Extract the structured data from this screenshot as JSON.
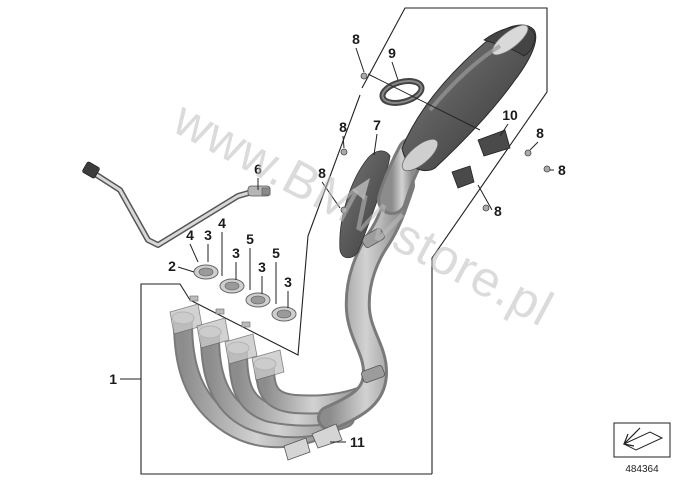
{
  "diagram": {
    "callouts": {
      "p1": "1",
      "p2": "2",
      "p3a": "3",
      "p3b": "3",
      "p3c": "3",
      "p3d": "3",
      "p4a": "4",
      "p4b": "4",
      "p5a": "5",
      "p5b": "5",
      "p6": "6",
      "p7": "7",
      "p8a": "8",
      "p8b": "8",
      "p8c": "8",
      "p8d": "8",
      "p8e": "8",
      "p8f": "8",
      "p9": "9",
      "p10": "10",
      "p11": "11"
    },
    "watermark": "www.BMWstore.pl",
    "reference_number": "484364",
    "colors": {
      "pipe": "#a9a9a9",
      "pipe_dark": "#7a7a7a",
      "muffler": "#5a5a5a",
      "muffler_dark": "#3d3d3d",
      "line": "#222222"
    }
  }
}
